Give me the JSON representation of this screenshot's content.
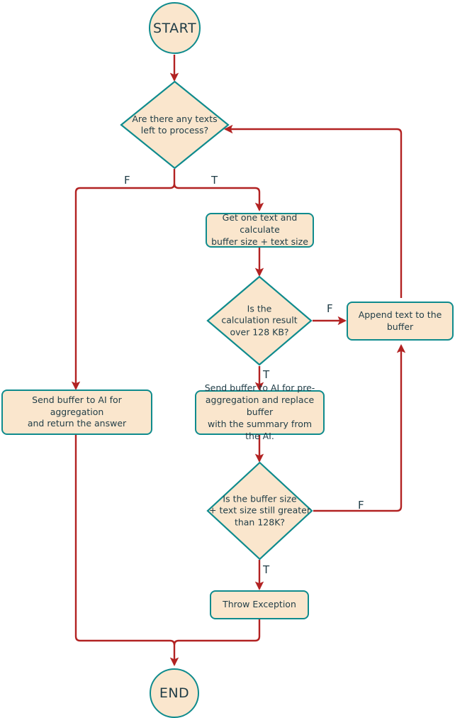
{
  "diagram": {
    "type": "flowchart",
    "colors": {
      "node_fill": "#fae6cd",
      "node_border": "#0f8b8d",
      "edge": "#b22222",
      "text": "#1f3c46",
      "background": "#ffffff"
    },
    "nodes": [
      {
        "id": "start",
        "shape": "terminator",
        "label": "START"
      },
      {
        "id": "has_texts",
        "shape": "decision",
        "label": "Are there any texts\nleft to process?"
      },
      {
        "id": "get_text",
        "shape": "process",
        "label": "Get one text and calculate\nbuffer size + text size"
      },
      {
        "id": "over_128kb",
        "shape": "decision",
        "label": "Is the\ncalculation result\nover 128 KB?"
      },
      {
        "id": "append",
        "shape": "process",
        "label": "Append text to the\nbuffer"
      },
      {
        "id": "aggregate",
        "shape": "process",
        "label": "Send buffer to AI for aggregation\nand return the answer"
      },
      {
        "id": "preagg",
        "shape": "process",
        "label": "Send buffer to AI for pre-\naggregation and replace buffer\nwith the summary from the AI."
      },
      {
        "id": "still_over",
        "shape": "decision",
        "label": "Is the buffer size\n+ text size still greater\nthan 128K?"
      },
      {
        "id": "throw",
        "shape": "process",
        "label": "Throw Exception"
      },
      {
        "id": "end",
        "shape": "terminator",
        "label": "END"
      }
    ],
    "edges": [
      {
        "from": "start",
        "to": "has_texts",
        "label": ""
      },
      {
        "from": "has_texts",
        "to": "aggregate",
        "label": "F"
      },
      {
        "from": "has_texts",
        "to": "get_text",
        "label": "T"
      },
      {
        "from": "get_text",
        "to": "over_128kb",
        "label": ""
      },
      {
        "from": "over_128kb",
        "to": "append",
        "label": "F"
      },
      {
        "from": "over_128kb",
        "to": "preagg",
        "label": "T"
      },
      {
        "from": "preagg",
        "to": "still_over",
        "label": ""
      },
      {
        "from": "still_over",
        "to": "append",
        "label": "F"
      },
      {
        "from": "still_over",
        "to": "throw",
        "label": "T"
      },
      {
        "from": "append",
        "to": "has_texts",
        "label": ""
      },
      {
        "from": "aggregate",
        "to": "end",
        "label": ""
      },
      {
        "from": "throw",
        "to": "end",
        "label": ""
      }
    ],
    "labels": {
      "f_has_texts": "F",
      "t_has_texts": "T",
      "f_over_128kb": "F",
      "t_over_128kb": "T",
      "f_still_over": "F",
      "t_still_over": "T"
    }
  }
}
